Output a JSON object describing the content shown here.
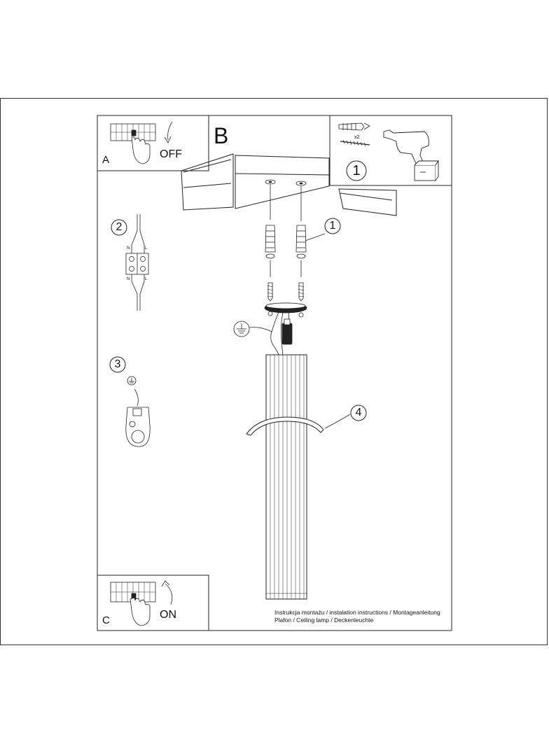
{
  "panels": {
    "a": {
      "letter": "A",
      "word": "OFF"
    },
    "b": {
      "letter": "B",
      "step_number": "1",
      "qty": "x2"
    },
    "c": {
      "letter": "C",
      "word": "ON"
    }
  },
  "callouts": {
    "anchor_step": "1",
    "wiring_step": "2",
    "ground_step": "3",
    "clip_step": "4"
  },
  "terminal_labels": {
    "n_top": "N",
    "l_top": "L",
    "n_bottom": "N",
    "l_bottom": "L"
  },
  "caption": {
    "line1": "Instrukcja montażu / instalation instructions / Montageanleitung",
    "line2": "Plafon / Ceiling lamp / Deckenleuchte"
  }
}
